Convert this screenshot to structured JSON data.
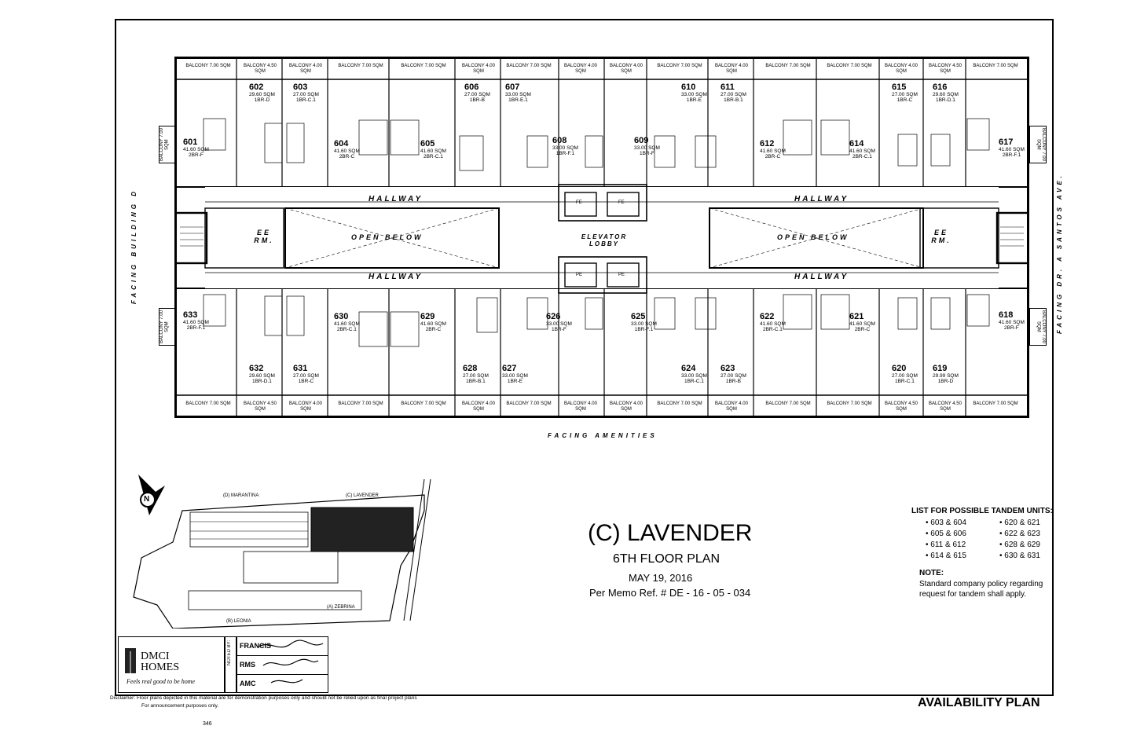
{
  "orientation_labels": {
    "left": "FACING BUILDING D",
    "right": "FACING DR. A SANTOS AVE.",
    "bottom": "FACING AMENITIES"
  },
  "core": {
    "hallway": "HALLWAY",
    "open_below": "OPEN BELOW",
    "elevator_lobby": "ELEVATOR LOBBY",
    "ee_rm": "EE RM.",
    "elevator_tags": [
      "FE",
      "FE",
      "PE",
      "PE"
    ]
  },
  "top_units": [
    {
      "no": "601",
      "area": "41.60 SQM",
      "type": "2BR-F"
    },
    {
      "no": "602",
      "area": "29.60 SQM",
      "type": "1BR-D"
    },
    {
      "no": "603",
      "area": "27.00 SQM",
      "type": "1BR-C.1"
    },
    {
      "no": "604",
      "area": "41.60 SQM",
      "type": "2BR-C"
    },
    {
      "no": "605",
      "area": "41.60 SQM",
      "type": "2BR-C.1"
    },
    {
      "no": "606",
      "area": "27.00 SQM",
      "type": "1BR-B"
    },
    {
      "no": "607",
      "area": "33.00 SQM",
      "type": "1BR-E.1"
    },
    {
      "no": "608",
      "area": "33.00 SQM",
      "type": "1BR-F.1"
    },
    {
      "no": "609",
      "area": "33.00 SQM",
      "type": "1BR-F"
    },
    {
      "no": "610",
      "area": "33.00 SQM",
      "type": "1BR-E"
    },
    {
      "no": "611",
      "area": "27.00 SQM",
      "type": "1BR-B.1"
    },
    {
      "no": "612",
      "area": "41.60 SQM",
      "type": "2BR-C"
    },
    {
      "no": "614",
      "area": "41.60 SQM",
      "type": "2BR-C.1"
    },
    {
      "no": "615",
      "area": "27.00 SQM",
      "type": "1BR-C"
    },
    {
      "no": "616",
      "area": "29.60 SQM",
      "type": "1BR-D.1"
    },
    {
      "no": "617",
      "area": "41.60 SQM",
      "type": "2BR-F.1"
    }
  ],
  "bottom_units": [
    {
      "no": "633",
      "area": "41.60 SQM",
      "type": "2BR-F.1"
    },
    {
      "no": "632",
      "area": "29.60 SQM",
      "type": "1BR-D.1"
    },
    {
      "no": "631",
      "area": "27.00 SQM",
      "type": "1BR-C"
    },
    {
      "no": "630",
      "area": "41.60 SQM",
      "type": "2BR-C.1"
    },
    {
      "no": "629",
      "area": "41.60 SQM",
      "type": "2BR-C"
    },
    {
      "no": "628",
      "area": "27.00 SQM",
      "type": "1BR-B.1"
    },
    {
      "no": "627",
      "area": "33.00 SQM",
      "type": "1BR-E"
    },
    {
      "no": "626",
      "area": "33.00 SQM",
      "type": "1BR-F"
    },
    {
      "no": "625",
      "area": "33.00 SQM",
      "type": "1BR-F.1"
    },
    {
      "no": "624",
      "area": "33.00 SQM",
      "type": "1BR-C.1"
    },
    {
      "no": "623",
      "area": "27.00 SQM",
      "type": "1BR-B"
    },
    {
      "no": "622",
      "area": "41.60 SQM",
      "type": "2BR-C.1"
    },
    {
      "no": "621",
      "area": "41.60 SQM",
      "type": "2BR-C"
    },
    {
      "no": "620",
      "area": "27.00 SQM",
      "type": "1BR-C.1"
    },
    {
      "no": "619",
      "area": "29.99 SQM",
      "type": "1BR-D"
    },
    {
      "no": "618",
      "area": "41.60 SQM",
      "type": "2BR-F"
    }
  ],
  "top_balconies": [
    "BALCONY 7.00 SQM",
    "BALCONY 4.50 SQM",
    "BALCONY 4.00 SQM",
    "BALCONY 7.00 SQM",
    "BALCONY 7.00 SQM",
    "BALCONY 4.00 SQM",
    "BALCONY 7.00 SQM",
    "BALCONY 4.00 SQM",
    "BALCONY 4.00 SQM",
    "BALCONY 7.00 SQM",
    "BALCONY 4.00 SQM",
    "BALCONY 7.00 SQM",
    "BALCONY 7.00 SQM",
    "BALCONY 4.00 SQM",
    "BALCONY 4.50 SQM",
    "BALCONY 7.00 SQM"
  ],
  "bottom_balconies": [
    "BALCONY 7.00 SQM",
    "BALCONY 4.50 SQM",
    "BALCONY 4.00 SQM",
    "BALCONY 7.00 SQM",
    "BALCONY 7.00 SQM",
    "BALCONY 4.00 SQM",
    "BALCONY 7.00 SQM",
    "BALCONY 4.00 SQM",
    "BALCONY 4.00 SQM",
    "BALCONY 7.00 SQM",
    "BALCONY 4.00 SQM",
    "BALCONY 7.00 SQM",
    "BALCONY 7.00 SQM",
    "BALCONY 4.50 SQM",
    "BALCONY 4.50 SQM",
    "BALCONY 7.00 SQM"
  ],
  "side_balconies": {
    "left_top": "BALCONY 7.00 SQM",
    "left_bottom": "BALCONY 7.00 SQM",
    "right_top": "BALCONY 7.00 SQM",
    "right_bottom": "BALCONY 7.00 SQM"
  },
  "site_map": {
    "labels": [
      "(D) MARANTINA",
      "(C) LAVENDER",
      "(A) ZEBRINA",
      "(B) LEONIA"
    ],
    "north": "N"
  },
  "title_block": {
    "building": "(C) LAVENDER",
    "floor": "6TH FLOOR PLAN",
    "date": "MAY 19, 2016",
    "memo": "Per Memo Ref. # DE - 16 - 05 - 034"
  },
  "tandem": {
    "heading": "LIST FOR POSSIBLE TANDEM UNITS:",
    "col1": [
      "603 & 604",
      "605 & 606",
      "611 & 612",
      "614 & 615"
    ],
    "col2": [
      "620 & 621",
      "622 & 623",
      "628 & 629",
      "630 & 631"
    ]
  },
  "note": {
    "heading": "NOTE:",
    "lines": [
      "Standard company policy regarding",
      "request for tandem shall apply."
    ]
  },
  "brand": {
    "name": "DMCI HOMES",
    "tagline": "Feels real good to be home"
  },
  "signoff": {
    "noted_by": "NOTED BY:",
    "rows": [
      "FRANCIS",
      "RMS",
      "AMC"
    ]
  },
  "footer": {
    "availability": "AVAILABILITY PLAN",
    "disclaimer_lines": [
      "Disclaimer: Floor plans depicted in this material are for demonstration purposes only and should not be relied upon as final project plans",
      "For announcement purposes only."
    ],
    "page_ref": "346"
  }
}
